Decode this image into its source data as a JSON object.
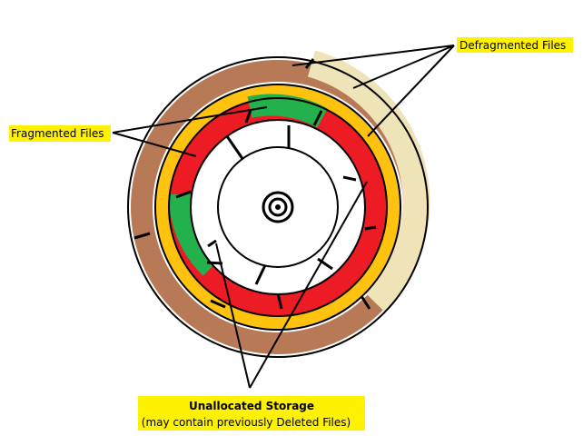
{
  "labels": {
    "defragmented": "Defragmented Files",
    "fragmented": "Fragmented Files",
    "unallocated_title": "Unallocated Storage",
    "unallocated_subtitle": "(may contain previously Deleted Files)"
  },
  "colors": {
    "outer_brown": "#b87a56",
    "outer_cream": "#efe3b8",
    "yellow": "#ffc20e",
    "red": "#ed1c24",
    "green": "#22b14c",
    "white": "#ffffff",
    "outline": "#000000",
    "label_bg": "#fff200"
  }
}
